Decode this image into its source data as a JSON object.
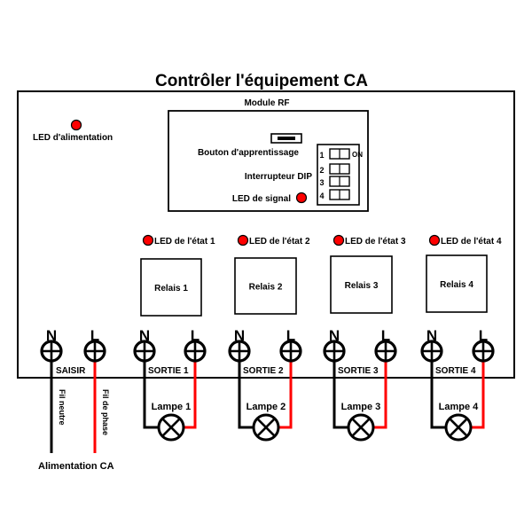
{
  "title": "Contrôler l'équipement CA",
  "colors": {
    "led": "#ff0000",
    "phase_wire": "#ff0000",
    "neutral_wire": "#000000",
    "outline": "#000000"
  },
  "power_led": {
    "label": "LED d'alimentation"
  },
  "rf_module": {
    "title": "Module RF",
    "learn_button_label": "Bouton d'apprentissage",
    "dip_switch_label": "Interrupteur DIP",
    "signal_led_label": "LED de signal",
    "dip_switches": [
      {
        "number": "1"
      },
      {
        "number": "2"
      },
      {
        "number": "3"
      },
      {
        "number": "4"
      }
    ],
    "dip_on_label": "ON"
  },
  "channels": [
    {
      "led_label": "LED de l'état 1",
      "relay_label": "Relais 1",
      "output_label": "SORTIE 1",
      "lamp_label": "Lampe 1"
    },
    {
      "led_label": "LED de l'état 2",
      "relay_label": "Relais 2",
      "output_label": "SORTIE 2",
      "lamp_label": "Lampe 2"
    },
    {
      "led_label": "LED de l'état 3",
      "relay_label": "Relais 3",
      "output_label": "SORTIE 3",
      "lamp_label": "Lampe 3"
    },
    {
      "led_label": "LED de l'état 4",
      "relay_label": "Relais 4",
      "output_label": "SORTIE 4",
      "lamp_label": "Lampe 4"
    }
  ],
  "input": {
    "label": "SAISIR",
    "neutral_terminal": "N",
    "phase_terminal": "L",
    "neutral_wire_label": "Fil neutre",
    "phase_wire_label": "Fil de phase",
    "supply_label": "Alimentation CA"
  },
  "terminal_letters": {
    "neutral": "N",
    "phase": "L"
  }
}
